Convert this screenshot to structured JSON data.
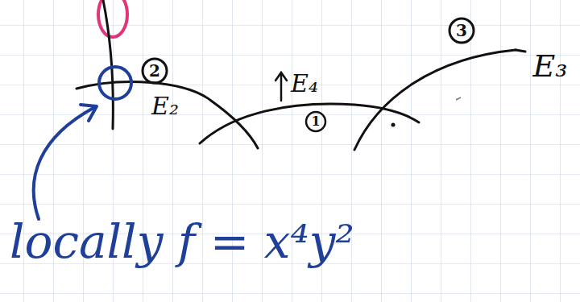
{
  "diagram": {
    "labels": [
      "2",
      "E₂",
      "E₄",
      "1",
      "3",
      "E₃",
      "locally f = x⁴y²"
    ]
  }
}
